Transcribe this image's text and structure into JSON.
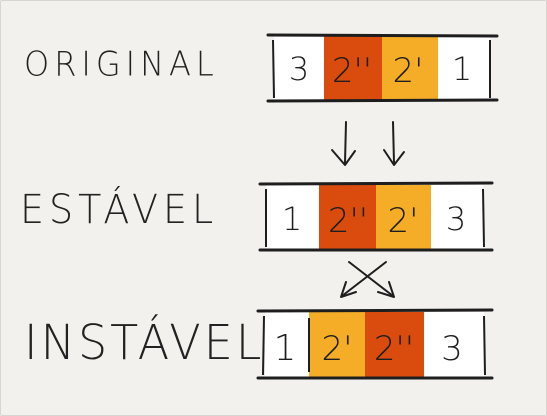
{
  "rows": [
    {
      "label": "ORIGINAL",
      "cells": [
        "3",
        "2''",
        "2'",
        "1"
      ]
    },
    {
      "label": "ESTÁVEL",
      "cells": [
        "1",
        "2''",
        "2'",
        "3"
      ]
    },
    {
      "label": "INSTÁVEL",
      "cells": [
        "1",
        "2'",
        "2''",
        "3"
      ]
    }
  ],
  "colors": {
    "dark_orange": "#d94c0e",
    "light_orange": "#f5ad27",
    "ink": "#1e1e1e",
    "background": "#f3f1ee"
  },
  "icons": [
    "down-arrow-icon",
    "cross-arrows-icon"
  ]
}
